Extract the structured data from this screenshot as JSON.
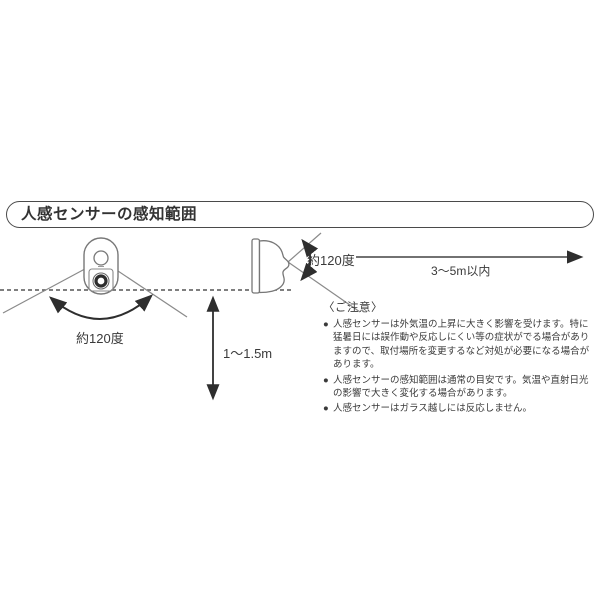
{
  "title": "人感センサーの感知範囲",
  "front_view": {
    "angle_label": "約120度"
  },
  "side_view": {
    "angle_label": "約120度",
    "distance_label": "3〜5m以内"
  },
  "mounting_height_label": "1〜1.5m",
  "notes": {
    "heading": "〈ご注意〉",
    "bullet": "●",
    "items": [
      "人感センサーは外気温の上昇に大きく影響を受けます。特に猛暑日には誤作動や反応しにくい等の症状がでる場合がありますので、取付場所を変更するなど対処が必要になる場合があります。",
      "人感センサーの感知範囲は通常の目安です。気温や直射日光の影響で大きく変化する場合があります。",
      "人感センサーはガラス越しには反応しません。"
    ]
  },
  "colors": {
    "background": "#ffffff",
    "line_dark": "#2e2e2e",
    "line_gray": "#8a8a8a",
    "border": "#4a4a4a",
    "text": "#3a3a3a"
  }
}
